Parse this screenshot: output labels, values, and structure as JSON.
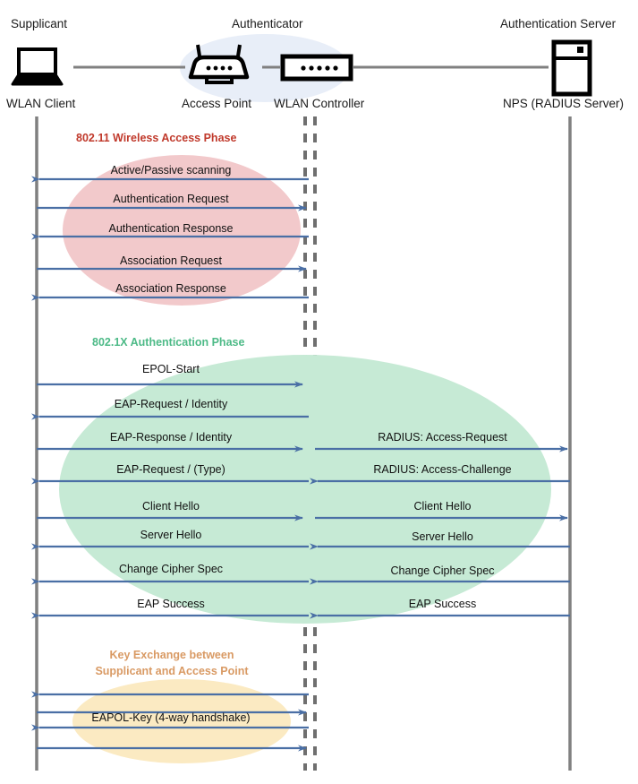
{
  "diagram": {
    "title_role_left": "Supplicant",
    "title_role_mid": "Authenticator",
    "title_role_right": "Authentication Server",
    "node_left": "WLAN Client",
    "node_mid_left": "Access Point",
    "node_mid_right": "WLAN Controller",
    "node_right": "NPS (RADIUS Server)",
    "icons": {
      "left": "laptop-icon",
      "mid_left": "wireless-access-point-icon",
      "mid_right": "wlan-controller-icon",
      "right": "server-rack-icon"
    },
    "colors": {
      "arrow": "#4a6fa5",
      "lifeline": "#808080",
      "phase_wireless": "#C0392B",
      "phase_dot1x": "#4DBA87",
      "phase_keyexchange": "#D99A64",
      "ellipse_wireless": "#f2c9cb",
      "ellipse_dot1x": "#c6ead5",
      "ellipse_keyexchange": "#fbeac2",
      "ellipse_authenticator": "#e8eef8",
      "connector": "#808080"
    }
  },
  "phases": [
    {
      "id": "wireless-access-phase",
      "title": "802.11 Wireless Access Phase",
      "title_color": "#C0392B",
      "messages": [
        {
          "label": "Active/Passive scanning",
          "dir": "left",
          "side": "left"
        },
        {
          "label": "Authentication Request",
          "dir": "right",
          "side": "left"
        },
        {
          "label": "Authentication Response",
          "dir": "left",
          "side": "left"
        },
        {
          "label": "Association Request",
          "dir": "right",
          "side": "left"
        },
        {
          "label": "Association Response",
          "dir": "left",
          "side": "left"
        }
      ]
    },
    {
      "id": "dot1x-authentication-phase",
      "title": "802.1X Authentication Phase",
      "title_color": "#4DBA87",
      "messages_left": [
        {
          "label": "EPOL-Start",
          "dir": "right"
        },
        {
          "label": "EAP-Request / Identity",
          "dir": "left"
        },
        {
          "label": "EAP-Response / Identity",
          "dir": "right"
        },
        {
          "label": "EAP-Request / (Type)",
          "dir": "left"
        },
        {
          "label": "Client Hello",
          "dir": "right"
        },
        {
          "label": "Server Hello",
          "dir": "left"
        },
        {
          "label": "Change Cipher Spec",
          "dir": "left"
        },
        {
          "label": "EAP Success",
          "dir": "left"
        }
      ],
      "messages_right": [
        {
          "label": "RADIUS: Access-Request",
          "dir": "right"
        },
        {
          "label": "RADIUS: Access-Challenge",
          "dir": "left"
        },
        {
          "label": "Client Hello",
          "dir": "right"
        },
        {
          "label": "Server Hello",
          "dir": "left"
        },
        {
          "label": "Change Cipher Spec",
          "dir": "left"
        },
        {
          "label": "EAP Success",
          "dir": "left"
        }
      ]
    },
    {
      "id": "key-exchange-phase",
      "title_line1": "Key Exchange between",
      "title_line2": "Supplicant and Access Point",
      "title_color": "#D99A64",
      "messages": [
        {
          "label": "",
          "dir": "left"
        },
        {
          "label": "",
          "dir": "right"
        },
        {
          "label": "EAPOL-Key (4-way handshake)",
          "dir": "left"
        },
        {
          "label": "",
          "dir": "right"
        }
      ]
    }
  ]
}
